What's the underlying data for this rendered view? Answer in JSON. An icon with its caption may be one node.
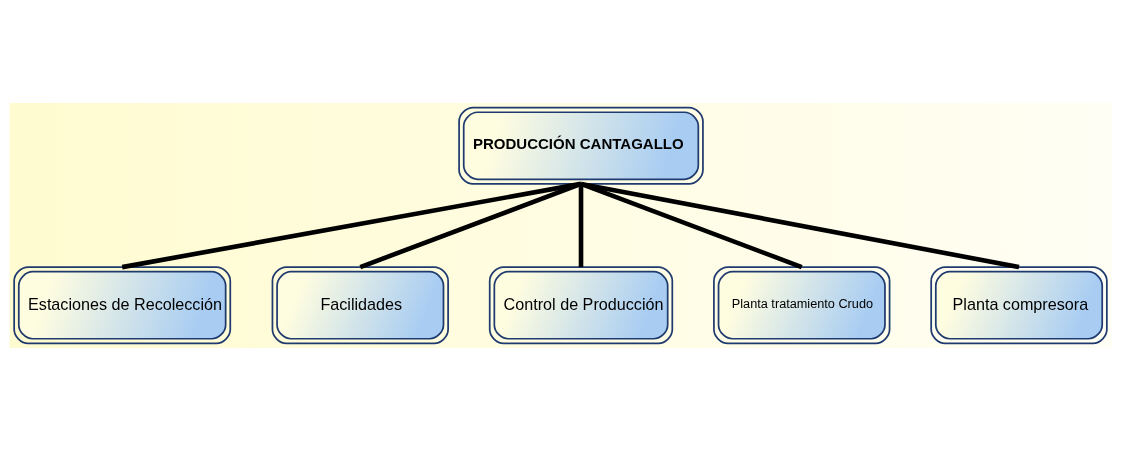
{
  "diagram": {
    "nodes": [
      {
        "text": [
          "PRODUCCIÓN CANTAGALLO"
        ]
      },
      {
        "text": [
          "Estaciones de Recolección"
        ]
      },
      {
        "text": [
          "Facilidades"
        ]
      },
      {
        "text": [
          "Control de Producción"
        ]
      },
      {
        "text": [
          "Planta tratamiento Crudo"
        ]
      },
      {
        "text": [
          "Planta compresora"
        ]
      }
    ],
    "edges": [
      {
        "from": 0,
        "to": 1,
        "arrow": "none"
      },
      {
        "from": 0,
        "to": 2,
        "arrow": "none"
      },
      {
        "from": 0,
        "to": 3,
        "arrow": "none"
      },
      {
        "from": 0,
        "to": 4,
        "arrow": "none"
      },
      {
        "from": 0,
        "to": 5,
        "arrow": "none"
      }
    ]
  }
}
